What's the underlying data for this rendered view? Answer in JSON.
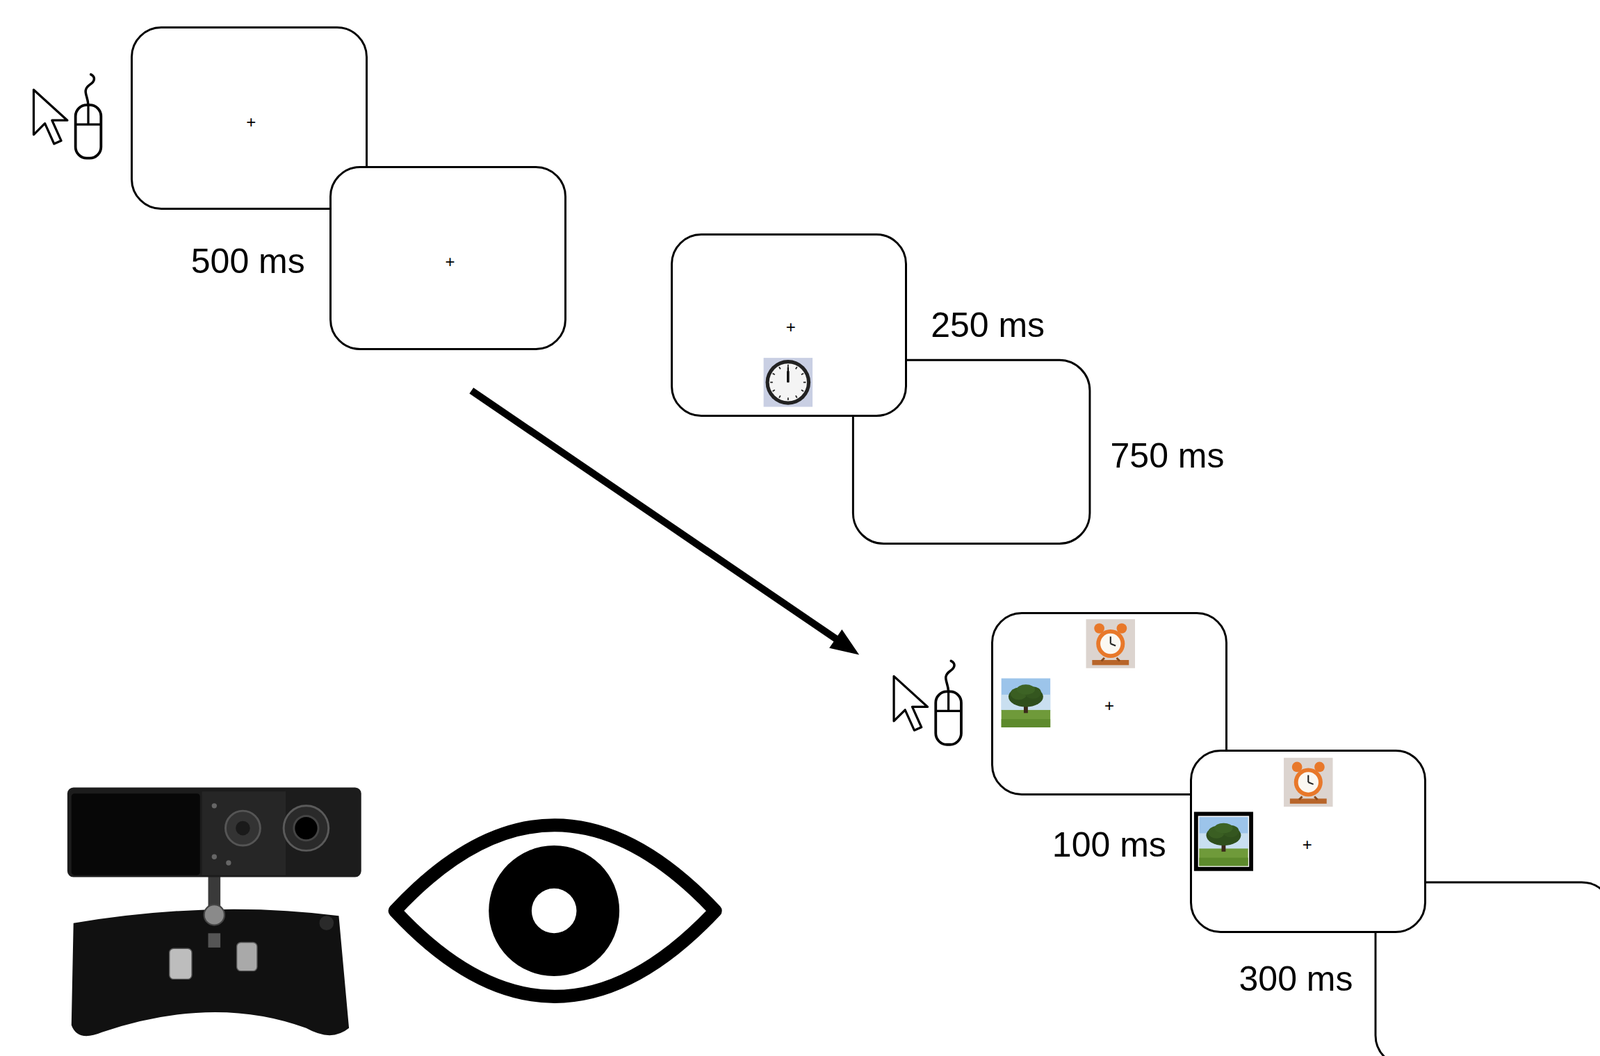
{
  "diagram": {
    "nodes": [
      {
        "text": [
          "+"
        ]
      },
      {
        "text": [
          "+"
        ]
      },
      {
        "text": [
          "+"
        ]
      },
      {
        "text": [
          "+"
        ]
      },
      {
        "text": [
          "+"
        ]
      }
    ],
    "labels": [
      "500 ms",
      "250 ms",
      "750 ms",
      "100 ms",
      "300 ms"
    ]
  }
}
